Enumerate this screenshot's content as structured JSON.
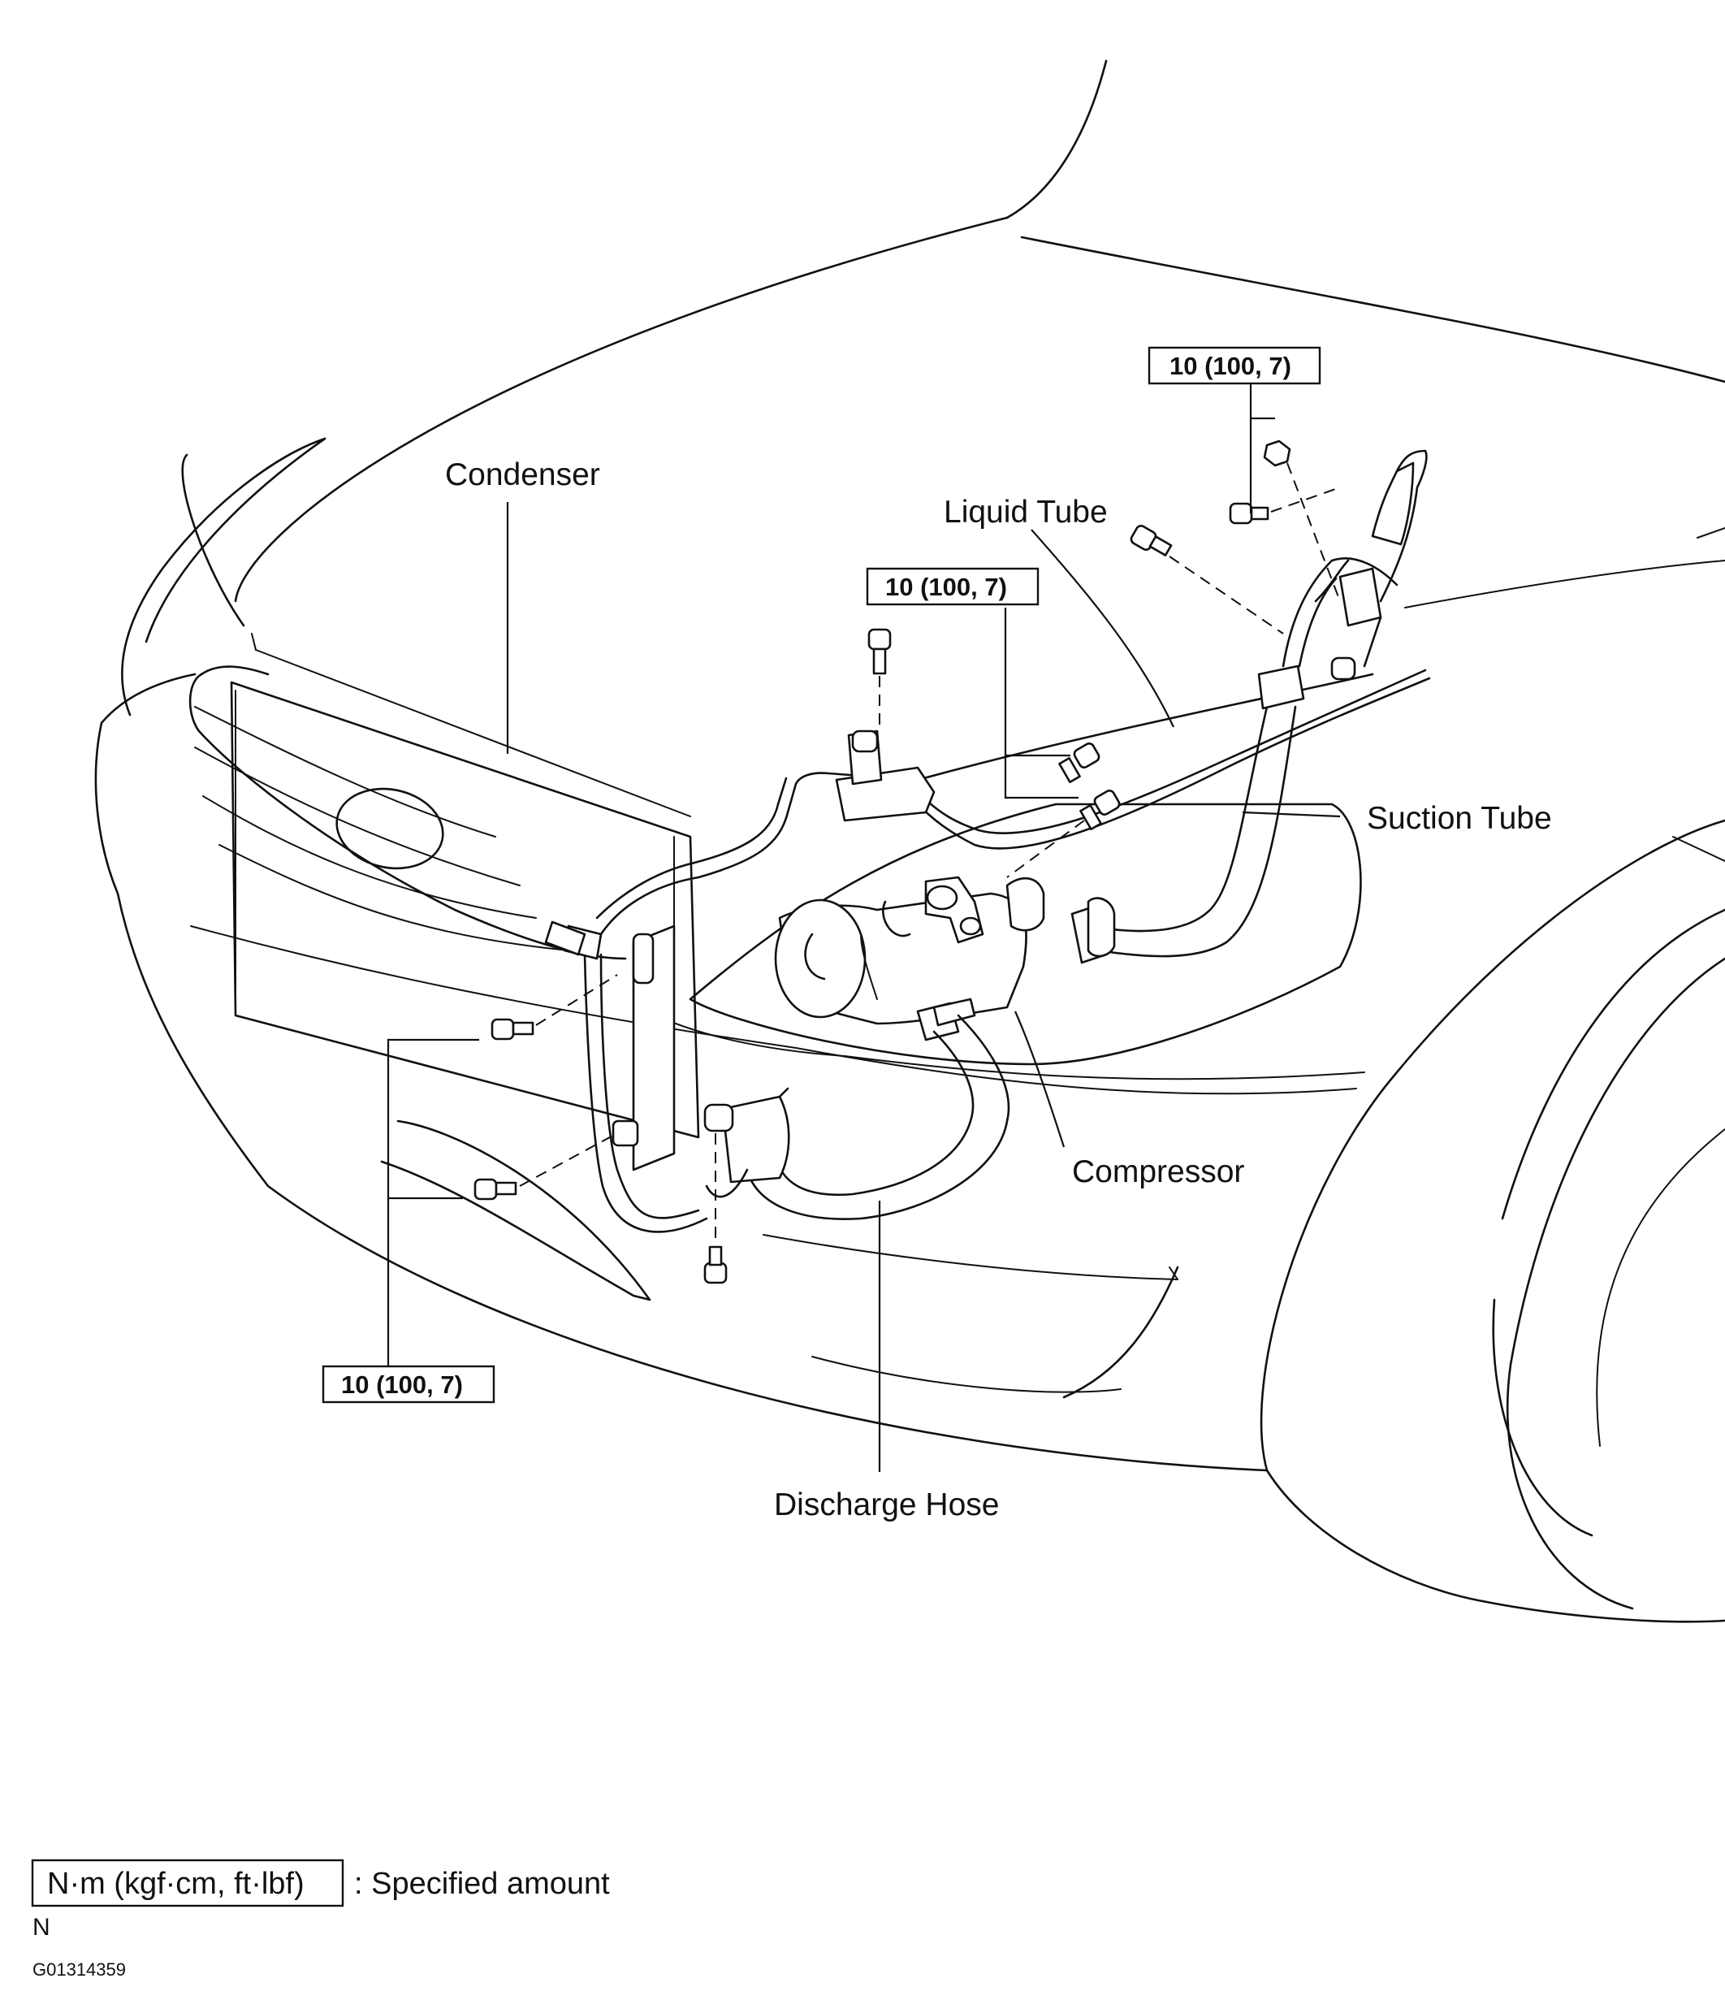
{
  "labels": {
    "condenser": "Condenser",
    "liquid_tube": "Liquid Tube",
    "suction_tube": "Suction Tube",
    "compressor": "Compressor",
    "discharge_hose": "Discharge Hose"
  },
  "torque_specs": {
    "top_right": "10 (100, 7)",
    "top_center": "10 (100, 7)",
    "bottom_left": "10 (100, 7)"
  },
  "legend": {
    "unit_box": "N·m (kgf·cm, ft·lbf)",
    "description": ": Specified amount"
  },
  "footer": {
    "mark": "N",
    "code": "G01314359"
  }
}
